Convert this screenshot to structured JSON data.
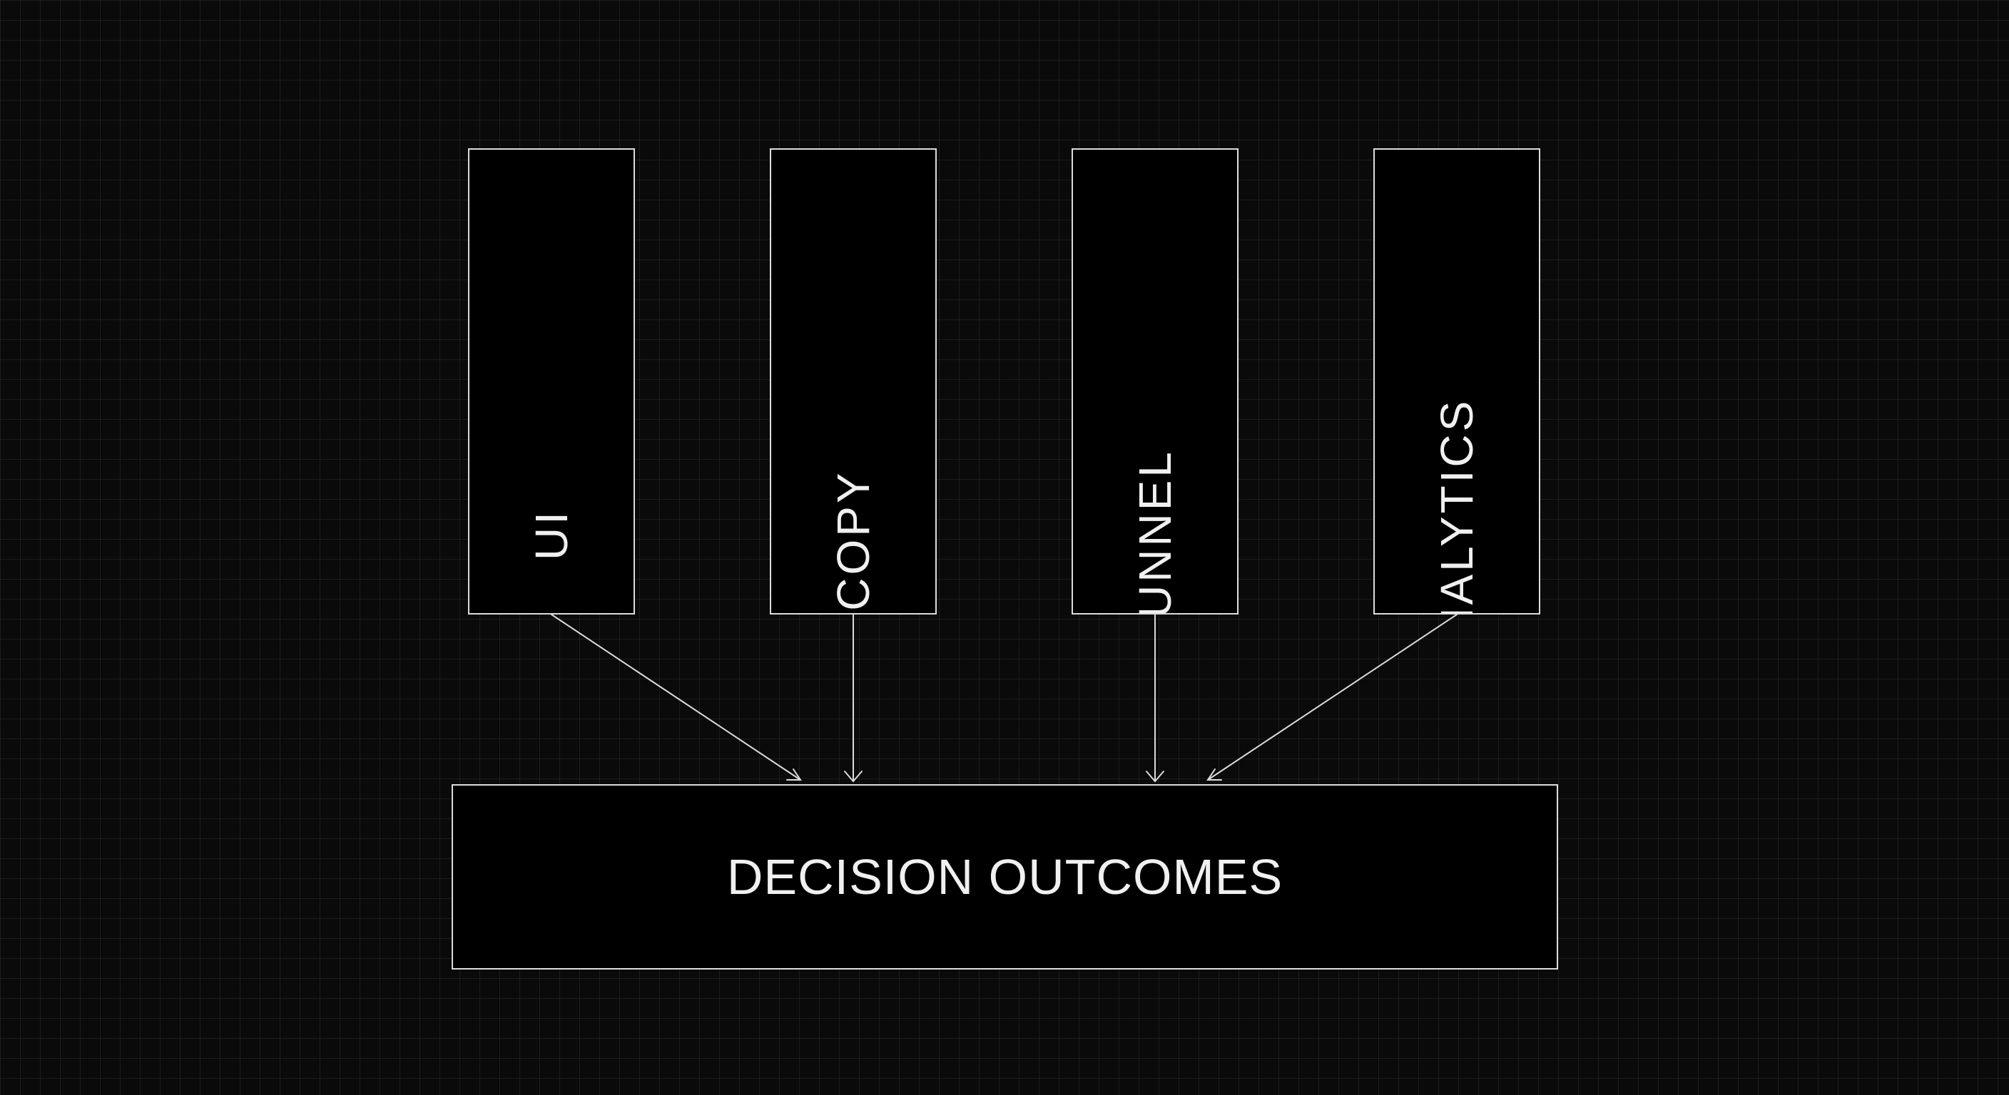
{
  "diagram": {
    "inputs": [
      {
        "id": "ui",
        "label": "UI"
      },
      {
        "id": "copy",
        "label": "COPY"
      },
      {
        "id": "funnel",
        "label": "FUNNEL"
      },
      {
        "id": "analytics",
        "label": "ANALYTICS"
      }
    ],
    "output": {
      "id": "decision-outcomes",
      "label": "DECISION OUTCOMES"
    },
    "edges": [
      {
        "from": "ui",
        "to": "decision-outcomes"
      },
      {
        "from": "copy",
        "to": "decision-outcomes"
      },
      {
        "from": "funnel",
        "to": "decision-outcomes"
      },
      {
        "from": "analytics",
        "to": "decision-outcomes"
      }
    ]
  },
  "colors": {
    "background": "#0a0a0a",
    "box_fill": "#000000",
    "stroke": "#dcdcdc",
    "text": "#f0f0f0"
  }
}
